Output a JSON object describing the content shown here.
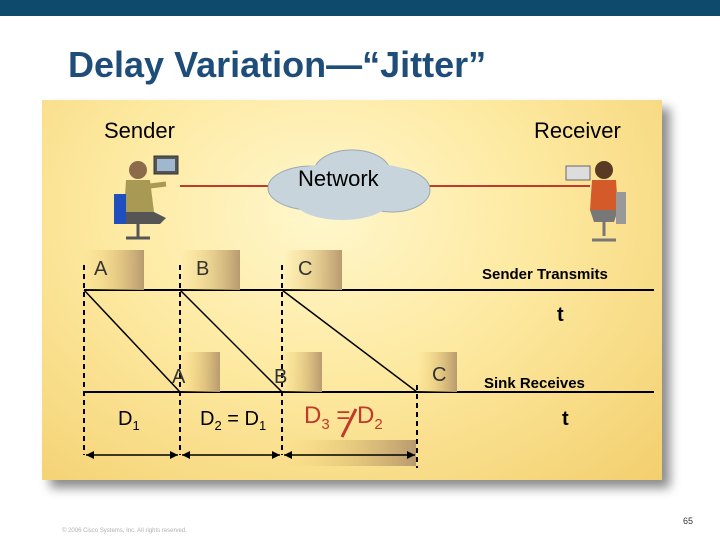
{
  "title": "Delay Variation—“Jitter”",
  "diagram": {
    "sender_label": "Sender",
    "receiver_label": "Receiver",
    "network_label": "Network",
    "transmit_packets": [
      "A",
      "B",
      "C"
    ],
    "transmit_label": "Sender Transmits",
    "time_label_top": "t",
    "receive_packets": [
      "A",
      "B",
      "C"
    ],
    "receive_label": "Sink Receives",
    "time_label_bottom": "t",
    "d1": {
      "main": "D",
      "sub": "1"
    },
    "d2_eq": {
      "main": "D",
      "sub": "2",
      "eq": " = ",
      "main2": "D",
      "sub2": "1"
    },
    "d3_neq": {
      "main": "D",
      "sub": "3",
      "eq": " = ",
      "main2": "D",
      "sub2": "2"
    }
  },
  "footer": "© 2006 Cisco Systems, Inc. All rights reserved.",
  "page_number": "65",
  "colors": {
    "title": "#1f4d7a",
    "topbar": "#0d4a6c",
    "network_link": "#c0392b",
    "cloud": "#c8d4dc"
  }
}
